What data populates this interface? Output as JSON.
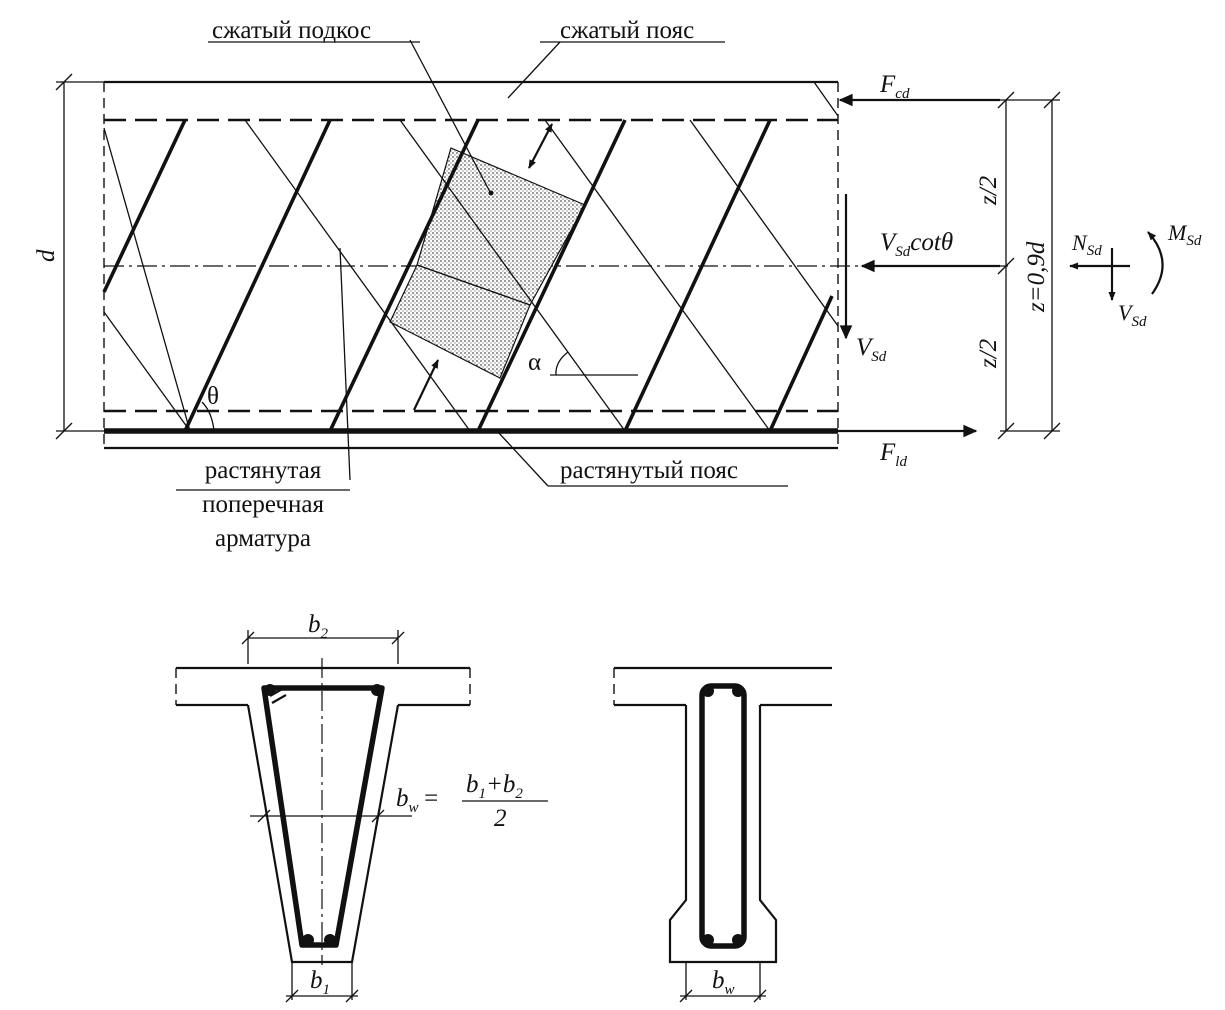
{
  "labels": {
    "compressed_strut": "сжатый подкос",
    "compressed_chord": "сжатый пояс",
    "tension_chord": "растянутый пояс",
    "tension_web_line1": "растянутая",
    "tension_web_line2": "поперечная",
    "tension_web_line3": "арматура"
  },
  "symbols": {
    "d": "d",
    "theta": "θ",
    "alpha": "α",
    "half_z": "z/2",
    "z_eq": "z=0,9d",
    "v_main": "V",
    "v_sub": "Sd",
    "cot_theta": "cotθ",
    "f_main": "F",
    "fcd_sub": "cd",
    "fld_sub": "ld",
    "n_main": "N",
    "m_main": "M",
    "b2_main": "b",
    "b2_sub": "2",
    "b1_main": "b",
    "b1_sub": "1",
    "bw_main": "b",
    "bw_sub": "w",
    "eq_sign": "=",
    "frac_num_b": "b",
    "frac_num_1": "1",
    "frac_plus": "+",
    "frac_num_2": "2",
    "frac_den": "2"
  },
  "colors": {
    "ink": "#111111",
    "fill": "#c8c8c8",
    "background": "#ffffff"
  }
}
